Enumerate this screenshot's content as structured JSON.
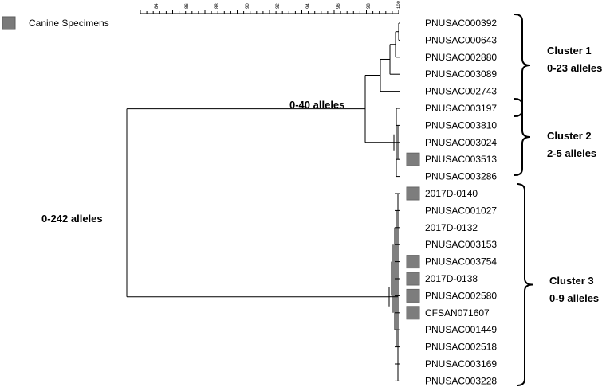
{
  "legend": {
    "label": "Canine Specimens",
    "color": "#7a7a7a"
  },
  "scale": {
    "ticks": [
      "84",
      "86",
      "88",
      "90",
      "92",
      "94",
      "96",
      "98",
      "100"
    ]
  },
  "leaves": [
    {
      "label": "PNUSAC000392",
      "canine": false
    },
    {
      "label": "PNUSAC000643",
      "canine": false
    },
    {
      "label": "PNUSAC002880",
      "canine": false
    },
    {
      "label": "PNUSAC003089",
      "canine": false
    },
    {
      "label": "PNUSAC002743",
      "canine": false
    },
    {
      "label": "PNUSAC003197",
      "canine": false
    },
    {
      "label": "PNUSAC003810",
      "canine": false
    },
    {
      "label": "PNUSAC003024",
      "canine": false
    },
    {
      "label": "PNUSAC003513",
      "canine": true
    },
    {
      "label": "PNUSAC003286",
      "canine": false
    },
    {
      "label": "2017D-0140",
      "canine": true
    },
    {
      "label": "PNUSAC001027",
      "canine": false
    },
    {
      "label": "2017D-0132",
      "canine": false
    },
    {
      "label": "PNUSAC003153",
      "canine": false
    },
    {
      "label": "PNUSAC003754",
      "canine": true
    },
    {
      "label": "2017D-0138",
      "canine": true
    },
    {
      "label": "PNUSAC002580",
      "canine": true
    },
    {
      "label": "CFSAN071607",
      "canine": true
    },
    {
      "label": "PNUSAC001449",
      "canine": false
    },
    {
      "label": "PNUSAC002518",
      "canine": false
    },
    {
      "label": "PNUSAC003169",
      "canine": false
    },
    {
      "label": "PNUSAC003228",
      "canine": false
    }
  ],
  "clusters": [
    {
      "name": "Cluster 1",
      "alleles": "0-23 alleles"
    },
    {
      "name": "Cluster 2",
      "alleles": "2-5 alleles"
    },
    {
      "name": "Cluster 3",
      "alleles": "0-9 alleles"
    }
  ],
  "node_labels": {
    "clusters12": "0-40 alleles",
    "root": "0-242 alleles"
  }
}
